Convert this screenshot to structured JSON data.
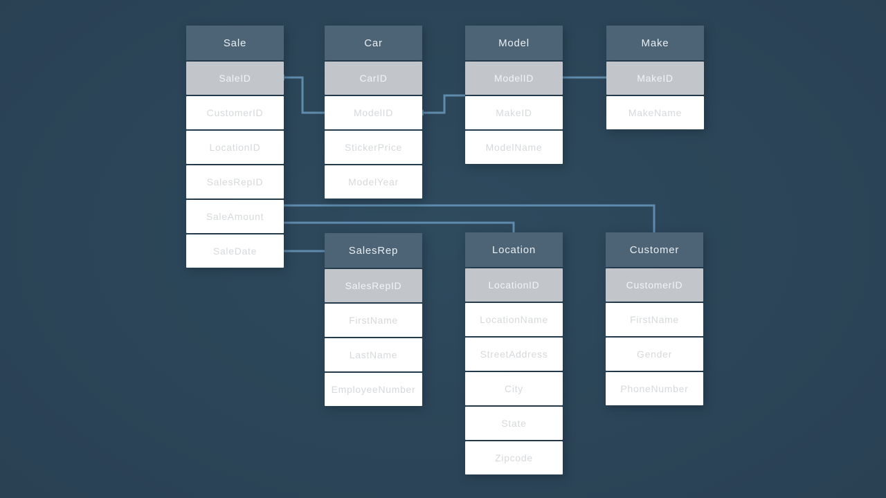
{
  "colors": {
    "background": "#2a4154",
    "table_header_bg": "#4d6477",
    "table_header_text": "#e9eef1",
    "primary_key_row_bg": "#c2c6ca",
    "primary_key_row_text": "#f2f4f6",
    "field_row_bg": "#ffffff",
    "field_row_text": "#d6d9db",
    "connector_line": "#5f8cae"
  },
  "tables": [
    {
      "title": "Sale",
      "fields": [
        {
          "name": "SaleID",
          "pk": true
        },
        {
          "name": "CustomerID",
          "pk": false
        },
        {
          "name": "LocationID",
          "pk": false
        },
        {
          "name": "SalesRepID",
          "pk": false
        },
        {
          "name": "SaleAmount",
          "pk": false
        },
        {
          "name": "SaleDate",
          "pk": false
        }
      ]
    },
    {
      "title": "Car",
      "fields": [
        {
          "name": "CarID",
          "pk": true
        },
        {
          "name": "ModelID",
          "pk": false
        },
        {
          "name": "StickerPrice",
          "pk": false
        },
        {
          "name": "ModelYear",
          "pk": false
        }
      ]
    },
    {
      "title": "Model",
      "fields": [
        {
          "name": "ModelID",
          "pk": true
        },
        {
          "name": "MakeID",
          "pk": false
        },
        {
          "name": "ModelName",
          "pk": false
        }
      ]
    },
    {
      "title": "Make",
      "fields": [
        {
          "name": "MakeID",
          "pk": true
        },
        {
          "name": "MakeName",
          "pk": false
        }
      ]
    },
    {
      "title": "SalesRep",
      "fields": [
        {
          "name": "SalesRepID",
          "pk": true
        },
        {
          "name": "FirstName",
          "pk": false
        },
        {
          "name": "LastName",
          "pk": false
        },
        {
          "name": "EmployeeNumber",
          "pk": false
        }
      ]
    },
    {
      "title": "Location",
      "fields": [
        {
          "name": "LocationID",
          "pk": true
        },
        {
          "name": "LocationName",
          "pk": false
        },
        {
          "name": "StreetAddress",
          "pk": false
        },
        {
          "name": "City",
          "pk": false
        },
        {
          "name": "State",
          "pk": false
        },
        {
          "name": "Zipcode",
          "pk": false
        }
      ]
    },
    {
      "title": "Customer",
      "fields": [
        {
          "name": "CustomerID",
          "pk": true
        },
        {
          "name": "FirstName",
          "pk": false
        },
        {
          "name": "Gender",
          "pk": false
        },
        {
          "name": "PhoneNumber",
          "pk": false
        }
      ]
    }
  ],
  "relationships": [
    {
      "from": "Sale.SaleID",
      "to": "Car.ModelID"
    },
    {
      "from": "Car.ModelID",
      "to": "Model.ModelID"
    },
    {
      "from": "Model.ModelID",
      "to": "Make.MakeID"
    },
    {
      "from": "Sale",
      "to": "Customer"
    },
    {
      "from": "Sale",
      "to": "Location"
    },
    {
      "from": "Sale.SaleDate",
      "to": "SalesRep"
    }
  ]
}
